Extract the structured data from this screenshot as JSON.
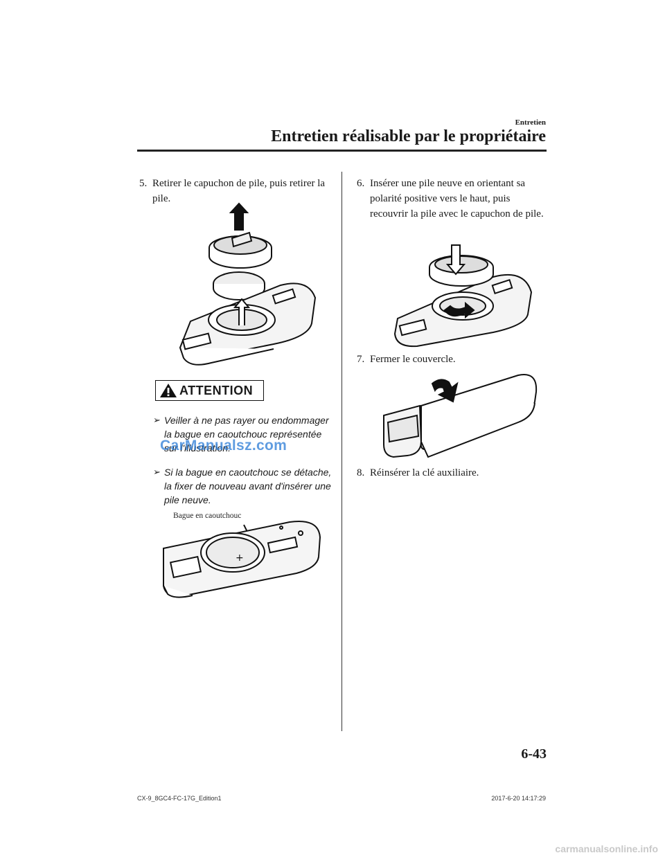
{
  "header": {
    "section": "Entretien",
    "title": "Entretien réalisable par le propriétaire"
  },
  "steps": [
    {
      "num": "5.",
      "text": "Retirer le capuchon de pile, puis retirer la pile."
    },
    {
      "num": "6.",
      "text": "Insérer une pile neuve en orientant sa polarité positive vers le haut, puis recouvrir la pile avec le capuchon de pile."
    },
    {
      "num": "7.",
      "text": "Fermer le couvercle."
    },
    {
      "num": "8.",
      "text": "Réinsérer la clé auxiliaire."
    }
  ],
  "attention": {
    "label": "ATTENTION",
    "bullets": [
      "Veiller à ne pas rayer ou endommager la bague en caoutchouc représentée sur l'illustration.",
      "Si la bague en caoutchouc se détache, la fixer de nouveau avant d'insérer une pile neuve."
    ]
  },
  "illustration": {
    "callout": "Bague en caoutchouc"
  },
  "watermark": "CarManualsz.com",
  "page_number": "6-43",
  "footer": {
    "left": "CX-9_8GC4-FC-17G_Edition1",
    "right": "2017-6-20 14:17:29",
    "site": "carmanualsonline.info"
  },
  "icons": [
    "warning-icon",
    "arrow-bullet-icon"
  ]
}
